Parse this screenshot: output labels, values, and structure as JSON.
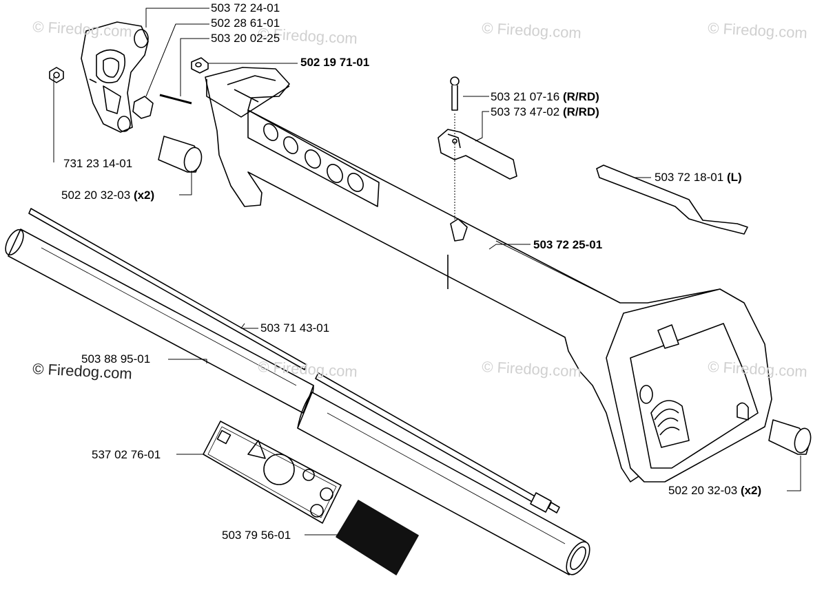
{
  "watermark": "© Firedog.com",
  "parts": [
    {
      "id": "bracket",
      "number": "503 72 24-01",
      "qty": ""
    },
    {
      "id": "clamp",
      "number": "502 28 61-01",
      "qty": ""
    },
    {
      "id": "screw-small",
      "number": "503 20 02-25",
      "qty": ""
    },
    {
      "id": "nut-square",
      "number": "502 19 71-01",
      "qty": ""
    },
    {
      "id": "screw-rrd",
      "number": "503 21 07-16",
      "qty": "(R/RD)"
    },
    {
      "id": "lever-rrd",
      "number": "503 73 47-02",
      "qty": "(R/RD)"
    },
    {
      "id": "throttle-lever",
      "number": "503 72 18-01",
      "qty": "(L)"
    },
    {
      "id": "nut-hex",
      "number": "731 23 14-01",
      "qty": ""
    },
    {
      "id": "bumper-left",
      "number": "502 20 32-03",
      "qty": "(x2)"
    },
    {
      "id": "housing",
      "number": "503 72 25-01",
      "qty": ""
    },
    {
      "id": "drive-shaft",
      "number": "503 71 43-01",
      "qty": ""
    },
    {
      "id": "shaft-tube",
      "number": "503 88 95-01",
      "qty": ""
    },
    {
      "id": "decal",
      "number": "537 02 76-01",
      "qty": ""
    },
    {
      "id": "bumper-right",
      "number": "502 20 32-03",
      "qty": "(x2)"
    },
    {
      "id": "label-black",
      "number": "503 79 56-01",
      "qty": ""
    }
  ],
  "colors": {
    "ink": "#000000",
    "watermark": "#d0d0d0",
    "label_fill": "#111111"
  }
}
